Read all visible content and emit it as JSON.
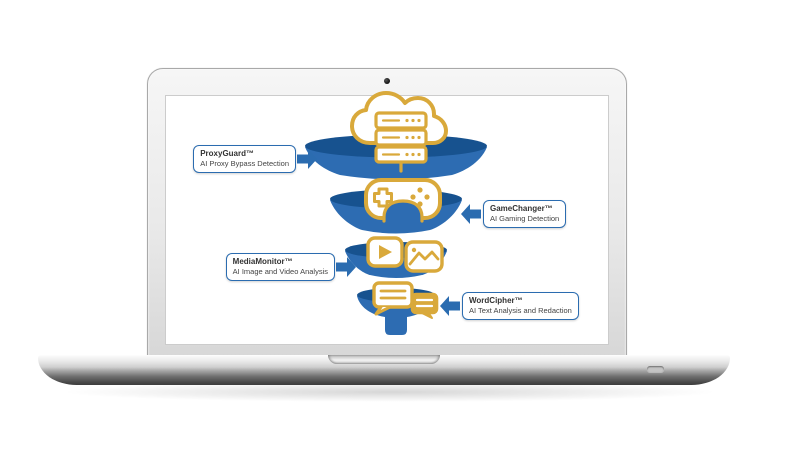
{
  "colors": {
    "funnel_body": "#2D6CB2",
    "funnel_rim": "#17528F",
    "icon_gold": "#D9A93B",
    "label_border": "#2B6CB0",
    "arrow_blue": "#2B6CB0"
  },
  "diagram": {
    "type": "funnel",
    "stages": [
      {
        "title": "ProxyGuard™",
        "subtitle": "AI Proxy Bypass Detection",
        "side": "left",
        "icon": "cloud-server-icon"
      },
      {
        "title": "GameChanger™",
        "subtitle": "AI Gaming Detection",
        "side": "right",
        "icon": "game-controller-icon"
      },
      {
        "title": "MediaMonitor™",
        "subtitle": "AI Image and Video Analysis",
        "side": "left",
        "icon": "media-play-image-icon"
      },
      {
        "title": "WordCipher™",
        "subtitle": "AI Text Analysis and Redaction",
        "side": "right",
        "icon": "chat-bubbles-icon"
      }
    ]
  }
}
